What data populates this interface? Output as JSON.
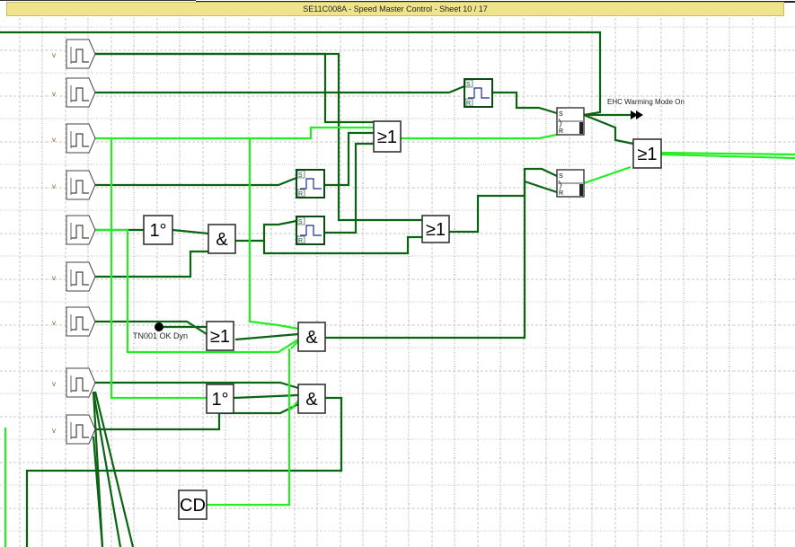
{
  "title": "SE11C008A - Speed Master Control - Sheet 10 / 17",
  "colors": {
    "wire_dark": "#0b6412",
    "wire_active": "#22ee22",
    "titlebar": "#efe48c",
    "pulse": "#1a2f8f"
  },
  "inputs": [
    {
      "label": "V",
      "icon": "pulse-icon"
    },
    {
      "label": "V",
      "icon": "pulse-icon"
    },
    {
      "label": "V",
      "icon": "pulse-icon"
    },
    {
      "label": "V",
      "icon": "pulse-icon"
    },
    {
      "label": "",
      "icon": "pulse-icon"
    },
    {
      "label": "V",
      "icon": "pulse-icon"
    },
    {
      "label": "V",
      "icon": "pulse-icon"
    },
    {
      "label": "V",
      "icon": "pulse-icon"
    },
    {
      "label": "V",
      "icon": "pulse-icon"
    }
  ],
  "gates": {
    "or_top": "≥1",
    "or_mid": "≥1",
    "or_low": "≥1",
    "or_out": "≥1",
    "and_1": "&",
    "and_2": "&",
    "and_3": "&",
    "delay_1": "1°",
    "delay_2": "1°",
    "cd": "CD"
  },
  "pulse_blocks": {
    "s": "S",
    "r": "R"
  },
  "flipflops": {
    "s": "S",
    "r": "R"
  },
  "labels": {
    "ehc_output": "EHC Warming Mode On",
    "tn001": "TN001 OK Dyn"
  }
}
